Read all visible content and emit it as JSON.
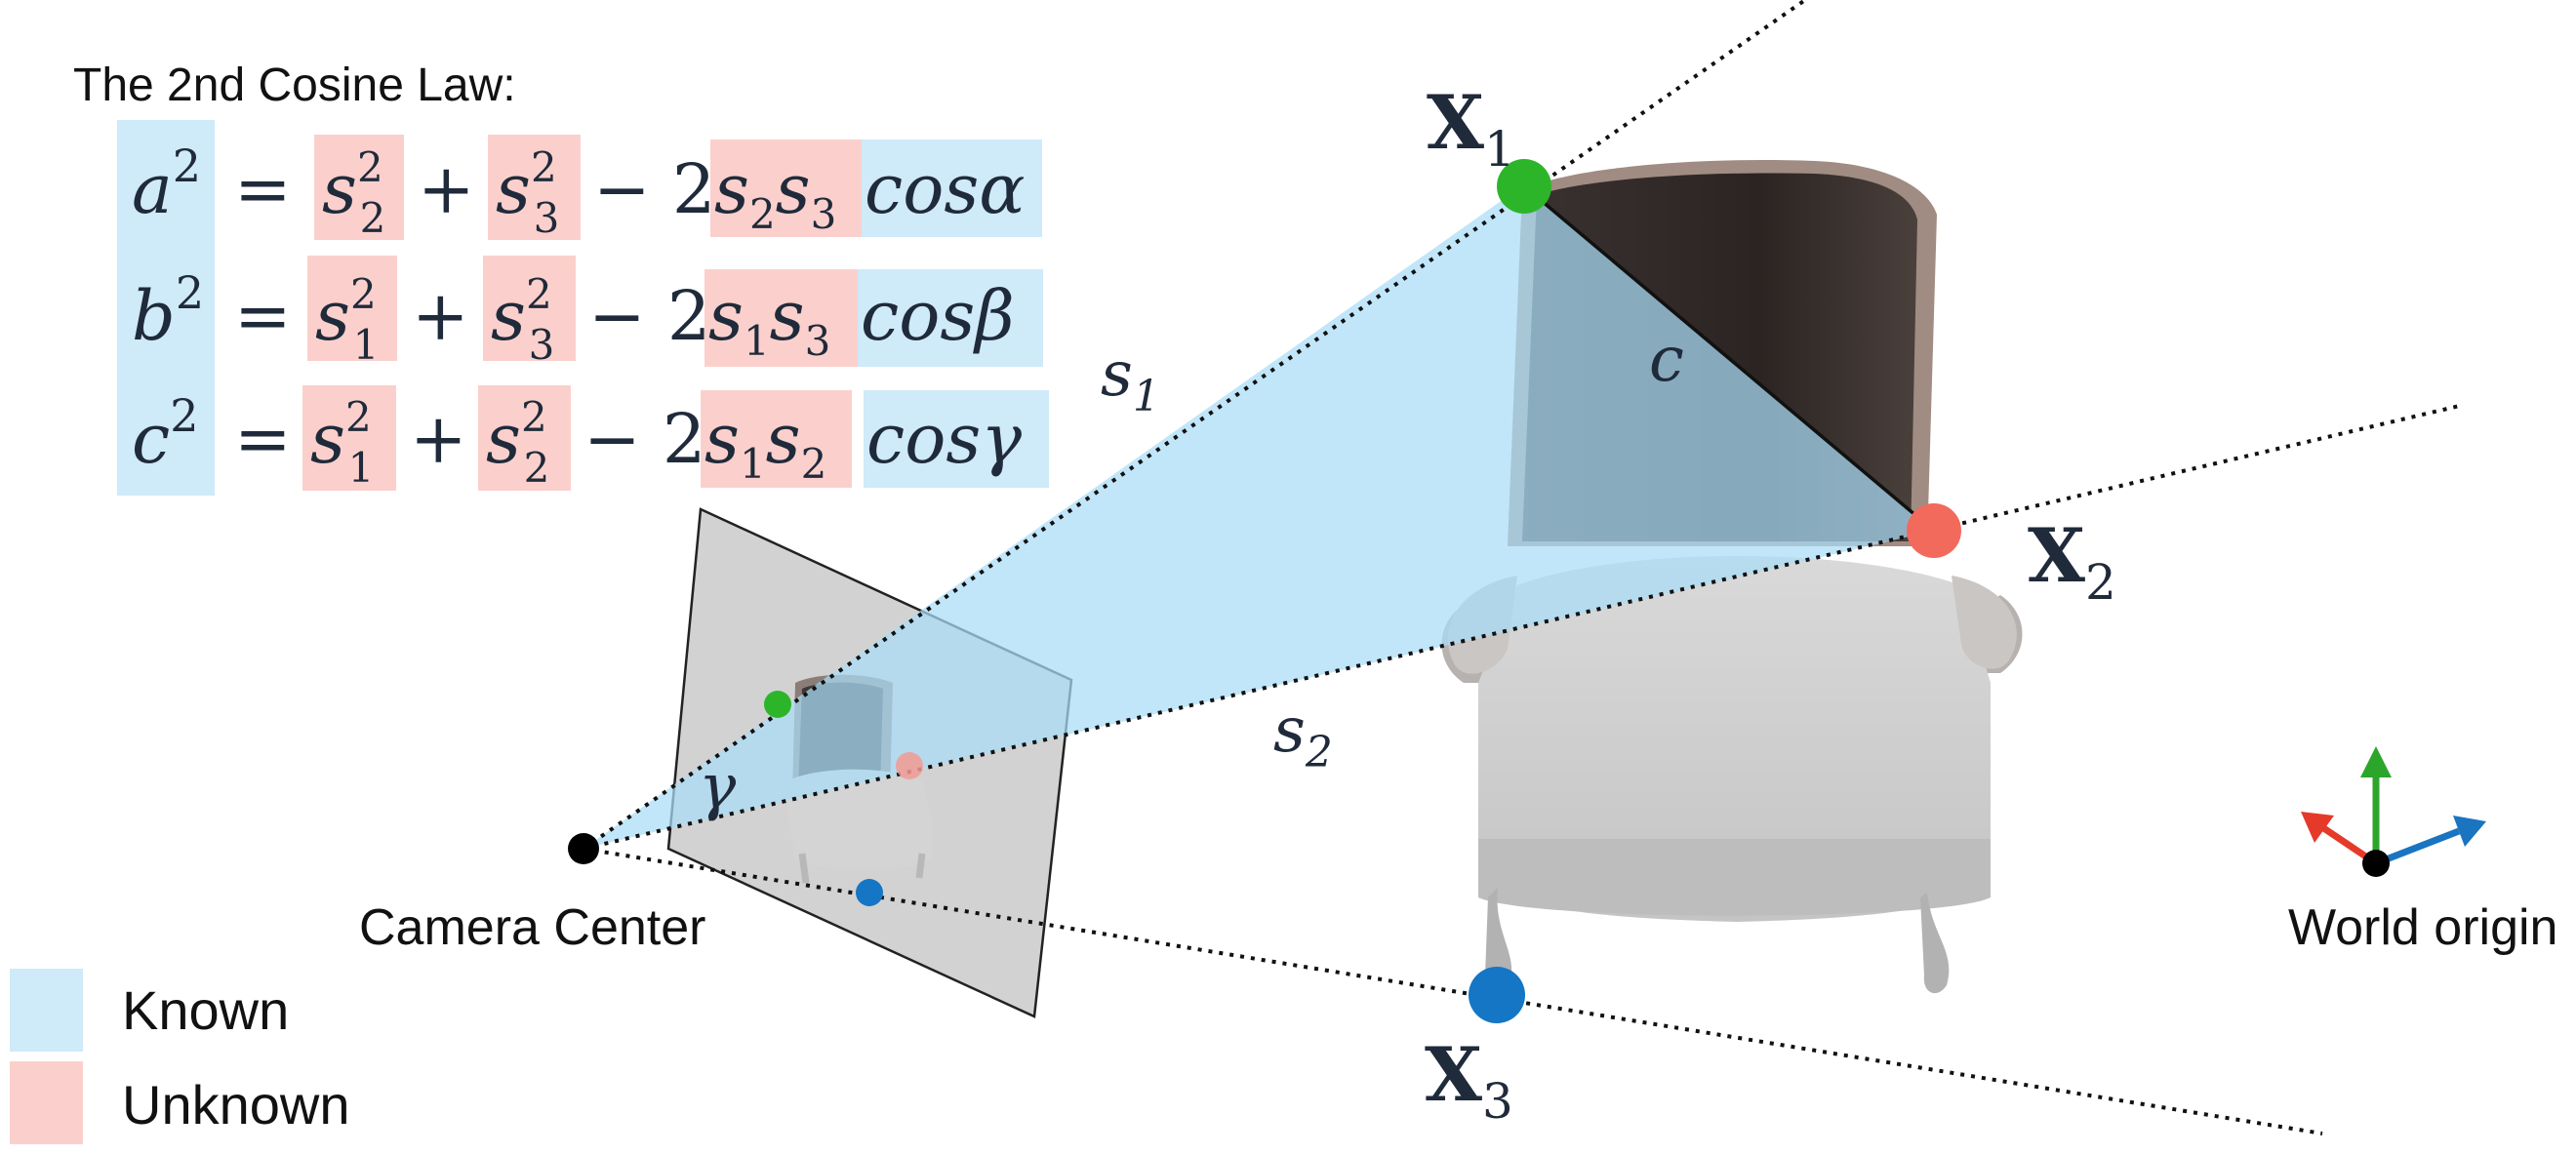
{
  "equations": {
    "title": "The 2nd Cosine Law:",
    "rows": [
      {
        "lhs": "a",
        "lhs_exp": "2",
        "eq": "=",
        "t1": "s",
        "t1_sub": "2",
        "t1_exp": "2",
        "plus": "+",
        "t2": "s",
        "t2_sub": "3",
        "t2_exp": "2",
        "minus": "− 2",
        "p": "s",
        "p_sub1": "2",
        "p2": "s",
        "p_sub2": "3",
        "cos": "cosα"
      },
      {
        "lhs": "b",
        "lhs_exp": "2",
        "eq": "=",
        "t1": "s",
        "t1_sub": "1",
        "t1_exp": "2",
        "plus": "+",
        "t2": "s",
        "t2_sub": "3",
        "t2_exp": "2",
        "minus": "− 2",
        "p": "s",
        "p_sub1": "1",
        "p2": "s",
        "p_sub2": "3",
        "cos": "cosβ"
      },
      {
        "lhs": "c",
        "lhs_exp": "2",
        "eq": "=",
        "t1": "s",
        "t1_sub": "1",
        "t1_exp": "2",
        "plus": "+",
        "t2": "s",
        "t2_sub": "2",
        "t2_exp": "2",
        "minus": "− 2",
        "p": "s",
        "p_sub1": "1",
        "p2": "s",
        "p_sub2": "2",
        "cos": "cosγ"
      }
    ]
  },
  "labels": {
    "camera_center": "Camera Center",
    "world_origin": "World origin",
    "s1": "s",
    "s1_sub": "1",
    "s2": "s",
    "s2_sub": "2",
    "c": "c",
    "gamma": "γ",
    "X1": "X",
    "X1_sub": "1",
    "X2": "X",
    "X2_sub": "2",
    "X3": "X",
    "X3_sub": "3"
  },
  "legend": {
    "known": "Known",
    "unknown": "Unknown"
  },
  "colors": {
    "known": "#cfeaf9",
    "unknown": "#fbd0cc",
    "cone": "#a9dcf7",
    "point1": "#2db52a",
    "point2": "#f26a5c",
    "point3": "#1476c4",
    "axis_red": "#e53a2a",
    "axis_green": "#2ba62b",
    "axis_blue": "#1a74c0"
  }
}
